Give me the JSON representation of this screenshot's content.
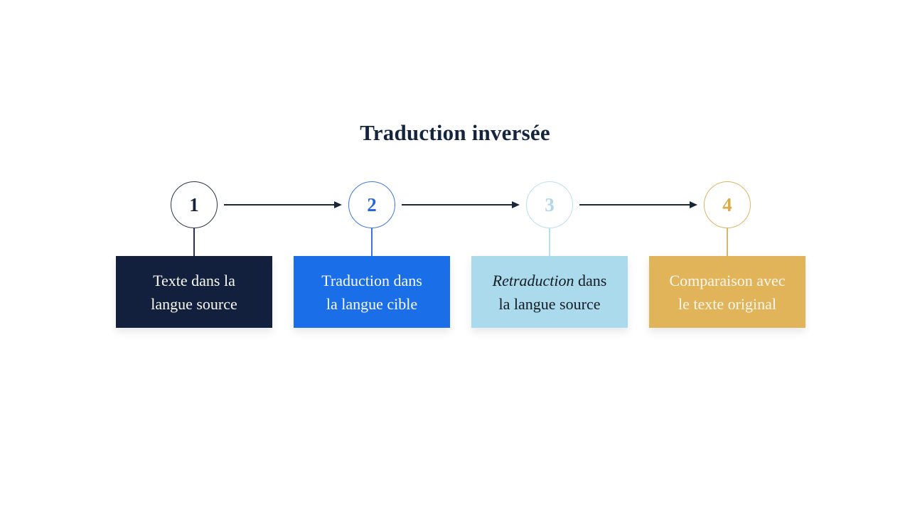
{
  "title": "Traduction inversée",
  "colors": {
    "background": "#FFFFFF",
    "title_text": "#16253E",
    "arrow": "#1B2638"
  },
  "steps": [
    {
      "number": "1",
      "line1": "Texte dans la",
      "line2": "langue source",
      "box_fill": "#13203D",
      "box_text": "#F9F9F7",
      "accent": "#2B3447",
      "number_color": "#17233B"
    },
    {
      "number": "2",
      "line1": "Traduction dans",
      "line2": "la langue cible",
      "box_fill": "#1A6FE8",
      "box_text": "#FAFAFA",
      "accent": "#3D77DE",
      "number_color": "#2765D8"
    },
    {
      "number": "3",
      "line1_italic": "Retraduction",
      "line1_rest": " dans",
      "line2": "la langue source",
      "box_fill": "#AADAEB",
      "box_text": "#131C24",
      "accent": "#BCDFEE",
      "number_color": "#AFD8EA"
    },
    {
      "number": "4",
      "line1": "Comparaison avec",
      "line2": "le texte original",
      "box_fill": "#E2B45A",
      "box_text": "#FBF7EE",
      "accent": "#DDB561",
      "number_color": "#D9AC4E"
    }
  ]
}
